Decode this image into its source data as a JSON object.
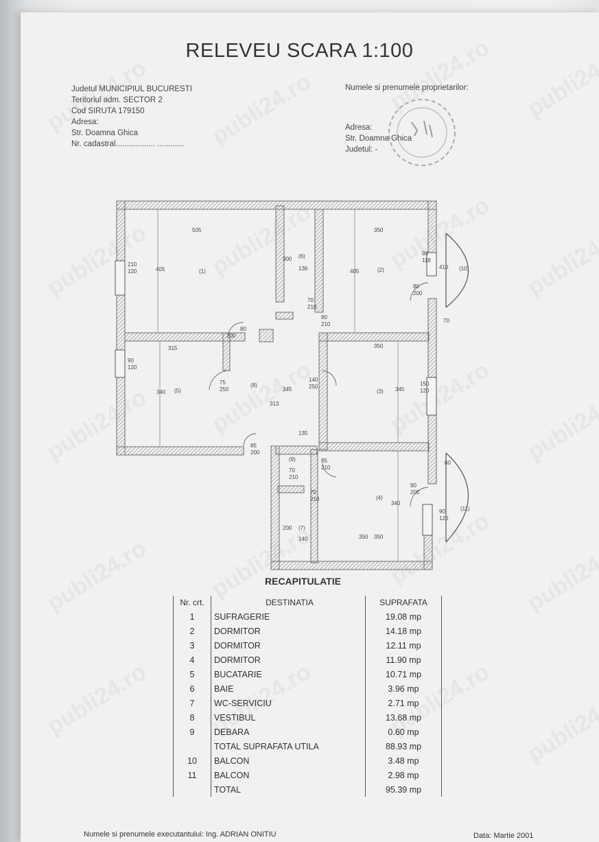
{
  "document": {
    "title": "RELEVEU SCARA 1:100",
    "header_left": [
      "Judetul  MUNICIPIUL BUCURESTI",
      "Teritoriul adm. SECTOR 2",
      "Cod SIRUTA 179150",
      "Adresa:",
      "Str. Doamna Ghica",
      "Nr. cadastral..................        ............"
    ],
    "header_right": {
      "owners_label": "Numele si prenumele proprietarilor:",
      "address_label": "Adresa:",
      "street": "Str. Doamna Ghica",
      "county_label": "Judetul: -"
    },
    "watermark_text": "publi24.ro"
  },
  "plan": {
    "labels": [
      "505",
      "(1)",
      "405",
      "210",
      "120",
      "(6)",
      "300",
      "136",
      "70",
      "210",
      "350",
      "(2)",
      "405",
      "90",
      "118",
      "410",
      "(10)",
      "80",
      "200",
      "80",
      "210",
      "70",
      "80",
      "200",
      "315",
      "90",
      "120",
      "340",
      "(5)",
      "75",
      "250",
      "(8)",
      "345",
      "313",
      "140",
      "250",
      "350",
      "(3)",
      "345",
      "150",
      "120",
      "135",
      "85",
      "210",
      "60",
      "(9)",
      "70",
      "210",
      "70",
      "210",
      "(4)",
      "340",
      "90",
      "200",
      "350",
      "(11)",
      "90",
      "120",
      "200",
      "(7)",
      "140",
      "350",
      "85",
      "200"
    ]
  },
  "recap": {
    "title": "RECAPITULATIE",
    "headers": {
      "nr": "Nr. crt.",
      "dest": "DESTINATIA",
      "sup": "SUPRAFATA"
    },
    "rows": [
      {
        "nr": "1",
        "dest": "SUFRAGERIE",
        "sup": "19.08 mp"
      },
      {
        "nr": "2",
        "dest": "DORMITOR",
        "sup": "14.18 mp"
      },
      {
        "nr": "3",
        "dest": "DORMITOR",
        "sup": "12.11 mp"
      },
      {
        "nr": "4",
        "dest": "DORMITOR",
        "sup": "11.90 mp"
      },
      {
        "nr": "5",
        "dest": "BUCATARIE",
        "sup": "10.71 mp"
      },
      {
        "nr": "6",
        "dest": "BAIE",
        "sup": "3.96 mp"
      },
      {
        "nr": "7",
        "dest": "WC-SERVICIU",
        "sup": "2.71 mp"
      },
      {
        "nr": "8",
        "dest": "VESTIBUL",
        "sup": "13.68 mp"
      },
      {
        "nr": "9",
        "dest": "DEBARA",
        "sup": "0.60 mp"
      },
      {
        "nr": "",
        "dest": "TOTAL SUPRAFATA UTILA",
        "sup": "88.93 mp"
      },
      {
        "nr": "10",
        "dest": "BALCON",
        "sup": "3.48 mp"
      },
      {
        "nr": "11",
        "dest": "BALCON",
        "sup": "2.98 mp"
      },
      {
        "nr": "",
        "dest": "TOTAL",
        "sup": "95.39 mp"
      }
    ]
  },
  "footer": {
    "executor": "Numele si prenumele executantului: Ing. ADRIAN ONITIU",
    "date": "Data: Martie 2001"
  }
}
